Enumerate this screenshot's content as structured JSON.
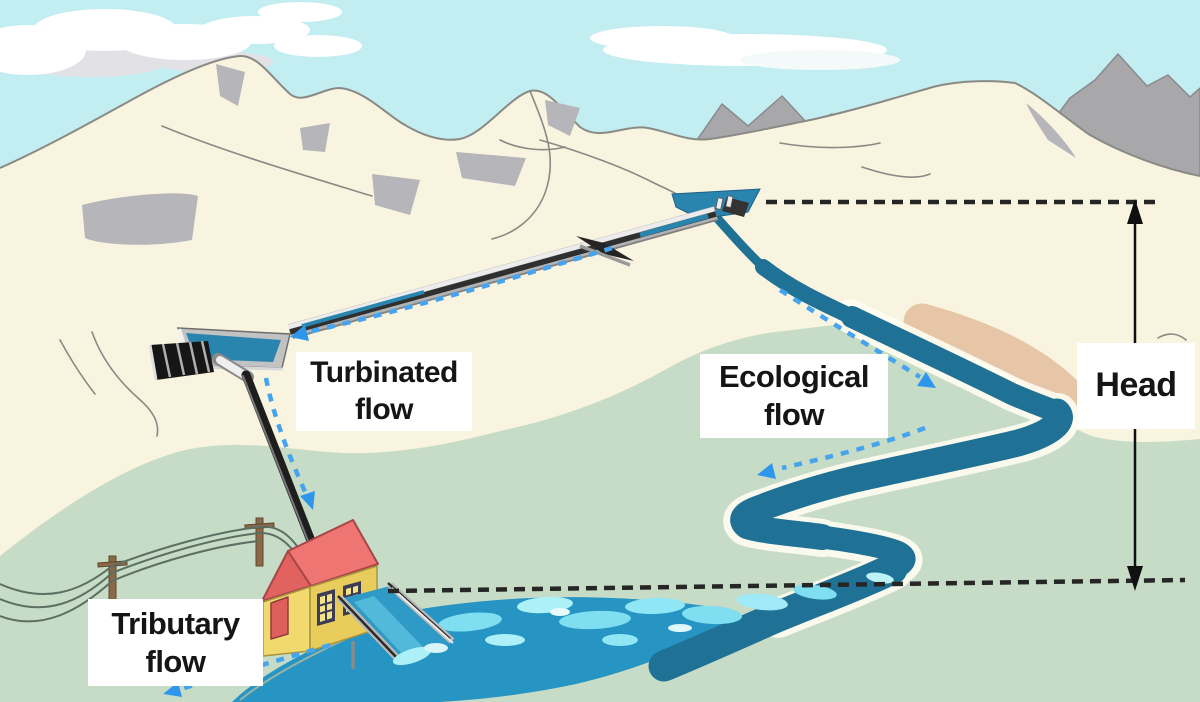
{
  "labels": {
    "turbinated_flow": {
      "line1": "Turbinated",
      "line2": "flow"
    },
    "ecological_flow": {
      "line1": "Ecological",
      "line2": "flow"
    },
    "tributary_flow": {
      "line1": "Tributary",
      "line2": "flow"
    },
    "head": {
      "text": "Head"
    }
  },
  "colors": {
    "sky": "#c2edf1",
    "cloud_white": "#ffffff",
    "cloud_shadow": "#e2e2e6",
    "mountain_cream": "#f9f4e0",
    "mountain_outline": "#8a8a85",
    "mountain_shadow_gray": "#b5b5ba",
    "far_mountain_gray": "#a8a8ab",
    "valley_green": "#c7dcc6",
    "sand_bar": "#e6c6a6",
    "river_dark_teal": "#1f7295",
    "river_light_blue": "#2795c3",
    "foam_cyan": "#7fdef0",
    "channel_gray": "#b2b2b2",
    "forebay_water": "#2a85ae",
    "penstock_black": "#1e1e1e",
    "house_wall_yellow": "#f2d96e",
    "house_roof_red": "#ee7572",
    "house_door_red": "#df5f5d",
    "flow_arrow_blue": "#46a4ee",
    "datum_dash_black": "#262626",
    "head_arrow_black": "#101010",
    "label_bg": "#ffffff",
    "label_text": "#151515"
  }
}
